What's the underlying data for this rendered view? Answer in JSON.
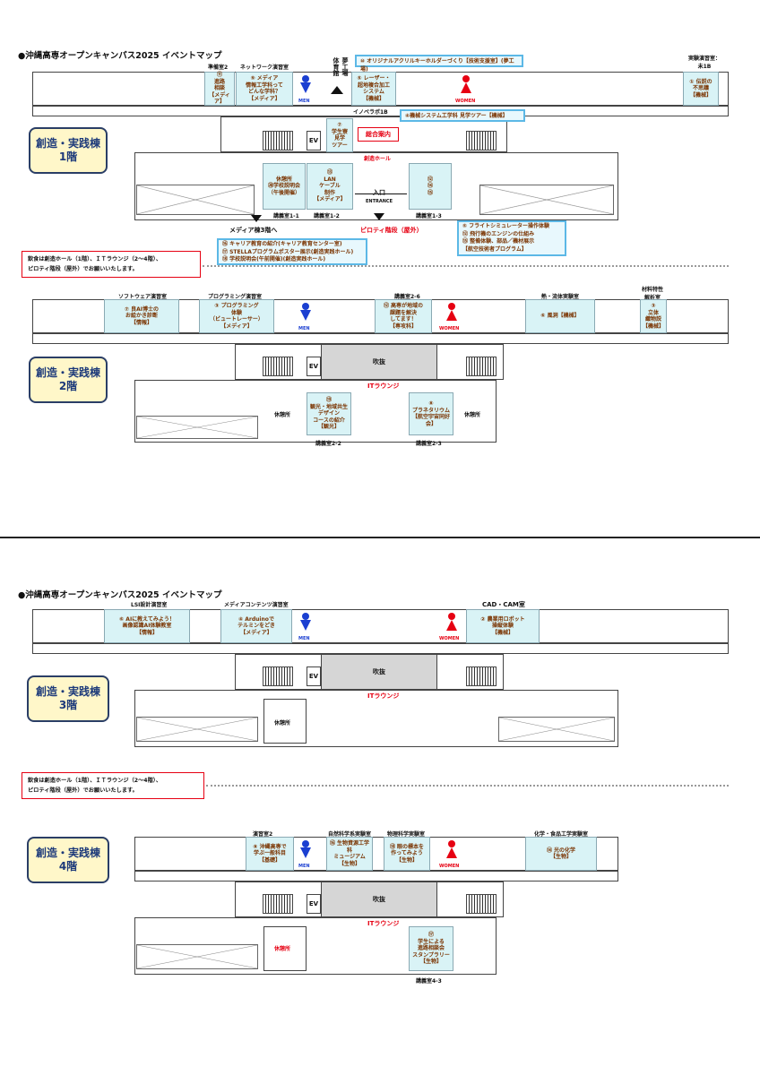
{
  "page_title": "●沖縄高専オープンキャンパス2025 イベントマップ",
  "page_title_bottom": "●沖縄高専オープンキャンパス2025 イベントマップ",
  "buildings": {
    "f1": [
      "創造・実践棟",
      "1階"
    ],
    "f2": [
      "創造・実践棟",
      "2階"
    ],
    "f3": [
      "創造・実践棟",
      "3階"
    ],
    "f4": [
      "創造・実践棟",
      "4階"
    ]
  },
  "note_text": "飲食は創造ホール（1階）、ＩＴラウンジ（2～4階）、\nピロティ階段（屋外）でお願いいたします。",
  "common": {
    "ev": "EV",
    "men": "MEN",
    "women": "WOMEN",
    "void": "吹抜",
    "it_lounge": "ITラウンジ",
    "rest": "休憩所"
  },
  "floor1": {
    "labels": {
      "prep2": "準備室2",
      "network": "ネットワーク演習室",
      "gym": "体育館",
      "dream": "夢工場",
      "exp1b": "実験演習室：\n未1B",
      "innova": "イノベラボ1B",
      "souzou_hall": "創造ホール",
      "entrance_ja": "入口",
      "entrance_en": "ENTRANCE",
      "piloti": "ピロティ階段（屋外）",
      "lec11": "講義室1-1",
      "lec12": "講義室1-2",
      "lec13": "講義室1-3",
      "media_to3": "メディア棟3階へ",
      "info_desk": "総合案内"
    },
    "rooms": {
      "r11": "⑪\n進路\n相談\n【メディア】",
      "r9": "⑨ メディア\n情報工学科って\nどんな学科？\n【メディア】",
      "r5": "⑤ レーザー・\n超地複合加工\nシステム\n【機械】",
      "r1": "① 伝説の\n不思議\n【機械】",
      "r7": "⑦\n学生寮\n見学\nツアー",
      "rest1": "休憩所\n⑳学校説明会\n（午後開催）",
      "r13": "⑬\nLAN\nケーブル\n制作\n【メディア】",
      "r13b": "⑫\n⑭\n⑮"
    },
    "info_top": "⑩ オリジナルアクリルキーホルダーづくり【技術支援室】(夢工場)",
    "info_mech": "④機械システム工学科 見学ツアー【機械】",
    "info_flight": "⑤ フライトシミュレーター操作体験\n⑫ 飛行機のエンジンの仕組み\n⑮ 整備体験、部品／機材展示\n【航空技術者プログラム】",
    "info_career": "⑯ キャリア教育の紹介(キャリア教育センター室)\n⑰ STELLAプログラムポスター展示(創造実践ホール)\n⑱ 学校説明会(午前開催)(創造実践ホール)"
  },
  "floor2": {
    "labels": {
      "software": "ソフトウェア演習室",
      "programming": "プログラミング演習室",
      "lec26": "講義室2-6",
      "fluid": "熱・流体実験室",
      "material": "材料特性\n解析室",
      "lec22": "講義室2-2",
      "lec23": "講義室2-3"
    },
    "rooms": {
      "r7": "⑦ 良AI博士の\nお絵かき診断\n【情報】",
      "r3": "③ プログラミング\n体験\n（ビュートレーサー）\n【メディア】",
      "r22": "⑫ 高専が地域の\n課題を解決\nしてます！\n【専攻科】",
      "r6": "⑥ 風洞【機械】",
      "r3b": "③\n立体\n織物説\n【機械】",
      "r19": "⑲\n観光・地域共生\nデザイン\nコースの紹介\n【観光】",
      "r8": "⑧\nプラネタリウム\n【航空宇宙同好\n会】"
    }
  },
  "floor3": {
    "labels": {
      "lsi": "LSI設計演習室",
      "media_contents": "メディアコンテンツ演習室",
      "cadcam": "CAD・CAM室"
    },
    "rooms": {
      "r6": "⑥ AIに教えてみよう！\n画像認識AI体験教室\n【情報】",
      "r4": "④ Arduinoで\nテルミンをどき\n【メディア】",
      "r2": "② 農業用ロボット\n操縦体験\n【機械】"
    }
  },
  "floor4": {
    "labels": {
      "prep2": "演習室2",
      "natural": "自然科学系実験室",
      "material_sci": "物理科学実験室",
      "chem": "化学・食品工学実験室",
      "lec43": "講義室4-3"
    },
    "rooms": {
      "r8": "⑧ 沖縄高専で\n学ぶ一般科目\n【基礎】",
      "r16": "⑯ 生物資源工学科\nミュージアム\n【生物】",
      "r18": "⑱ 眼の標本を\n作ってみよう\n【生物】",
      "r14": "⑭ 光の化学\n【生物】",
      "r17": "⑰\n学生による\n進路相談会\nスタンプラリー\n【生物】"
    }
  },
  "colors": {
    "accent_red": "#e60012",
    "navy": "#1d3a7a",
    "room_fill": "#d9f3f6",
    "info_border": "#5cb8e6",
    "building_fill": "#fff7c9"
  }
}
